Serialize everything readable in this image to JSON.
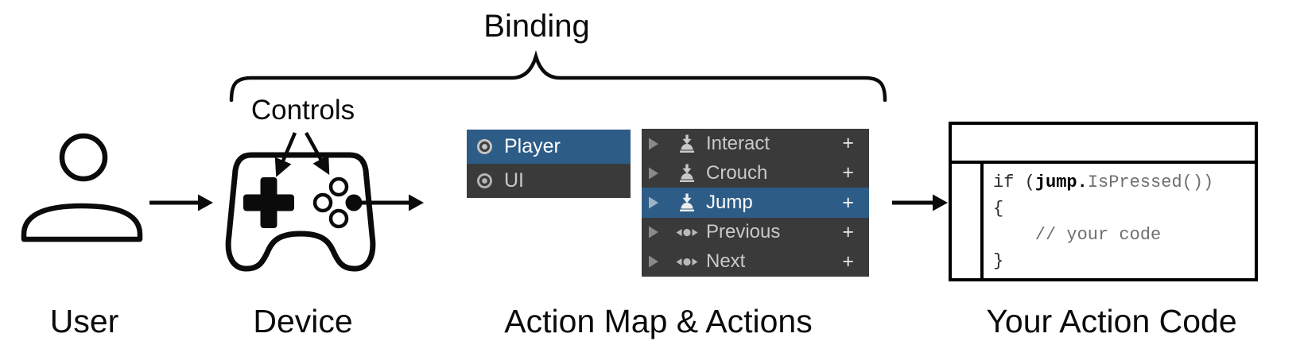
{
  "labels": {
    "binding": "Binding",
    "controls": "Controls",
    "user": "User",
    "device": "Device",
    "action_map_actions": "Action Map & Actions",
    "your_action_code": "Your Action Code"
  },
  "action_map_panel": {
    "items": [
      {
        "label": "Player",
        "selected": true,
        "icon": "action-map-icon"
      },
      {
        "label": "UI",
        "selected": false,
        "icon": "action-map-icon"
      }
    ]
  },
  "actions_panel": {
    "plus_label": "+",
    "items": [
      {
        "label": "Interact",
        "icon": "button-action-icon",
        "selected": false
      },
      {
        "label": "Crouch",
        "icon": "button-action-icon",
        "selected": false
      },
      {
        "label": "Jump",
        "icon": "button-action-icon",
        "selected": true
      },
      {
        "label": "Previous",
        "icon": "axis-action-icon",
        "selected": false
      },
      {
        "label": "Next",
        "icon": "axis-action-icon",
        "selected": false
      }
    ]
  },
  "code_window": {
    "line1": {
      "prefix": "if (",
      "keyword": "jump.",
      "suffix": "IsPressed())"
    },
    "line2": "{",
    "line3": "// your code",
    "line4": "}"
  },
  "colors": {
    "selection_blue": "#2D5C87",
    "panel_dark": "#3A3A3A",
    "row_text": "#C9C9C9",
    "selected_text": "#FFFFFF",
    "code_dim": "#6F6F6F",
    "ink": "#000000"
  }
}
